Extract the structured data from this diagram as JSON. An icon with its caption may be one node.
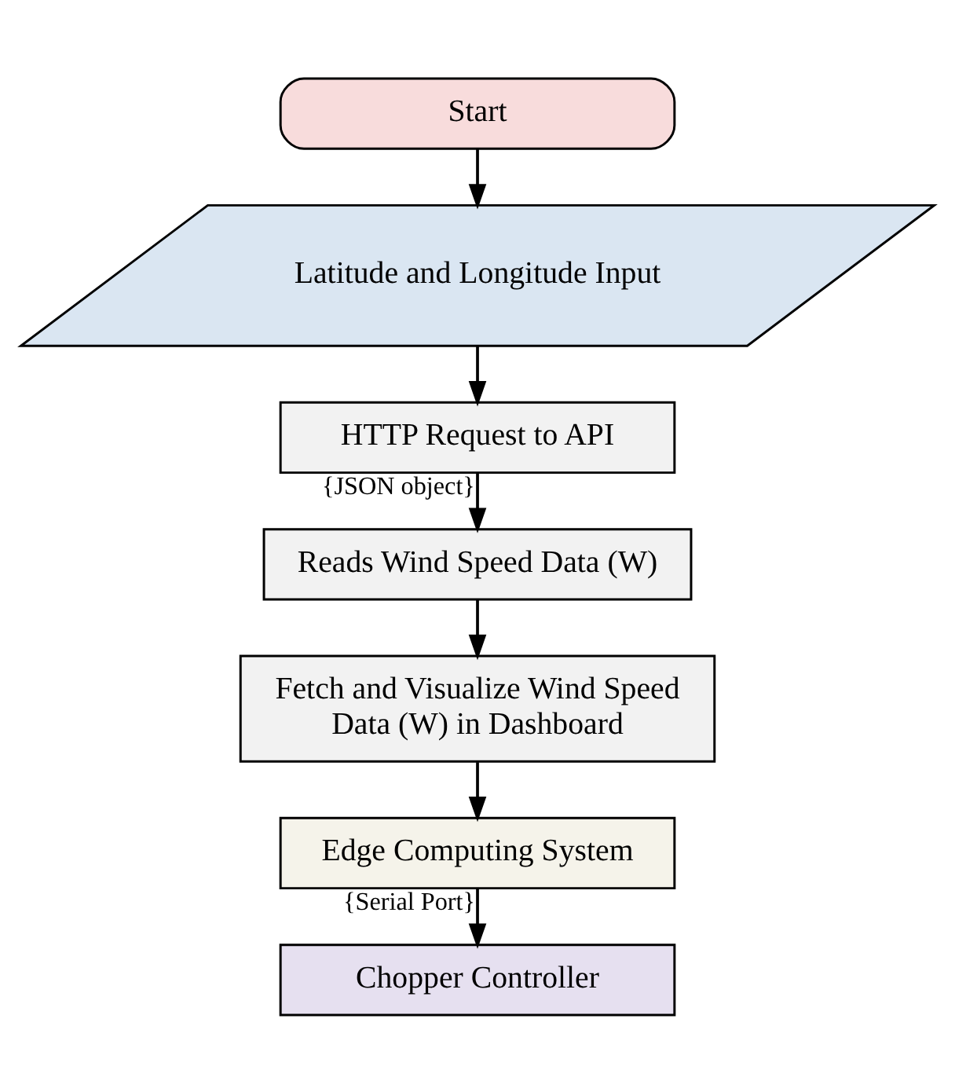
{
  "diagram": {
    "nodes": [
      {
        "text": [
          "Start"
        ]
      },
      {
        "text": [
          "Latitude and Longitude Input"
        ]
      },
      {
        "text": [
          "HTTP Request to API"
        ]
      },
      {
        "text": [
          "Reads Wind Speed Data (W)"
        ]
      },
      {
        "text": [
          "Fetch and Visualize Wind Speed Data (W) in Dashboard"
        ]
      },
      {
        "text": [
          "Edge Computing System"
        ]
      },
      {
        "text": [
          "Chopper Controller"
        ]
      }
    ],
    "edges": [
      {
        "from": 0,
        "to": 1,
        "arrow": "to"
      },
      {
        "from": 1,
        "to": 2,
        "arrow": "to"
      },
      {
        "from": 2,
        "to": 3,
        "arrow": "to",
        "label": "{JSON object}"
      },
      {
        "from": 3,
        "to": 4,
        "arrow": "to"
      },
      {
        "from": 4,
        "to": 5,
        "arrow": "to"
      },
      {
        "from": 5,
        "to": 6,
        "arrow": "to",
        "label": "{Serial Port}"
      }
    ]
  }
}
